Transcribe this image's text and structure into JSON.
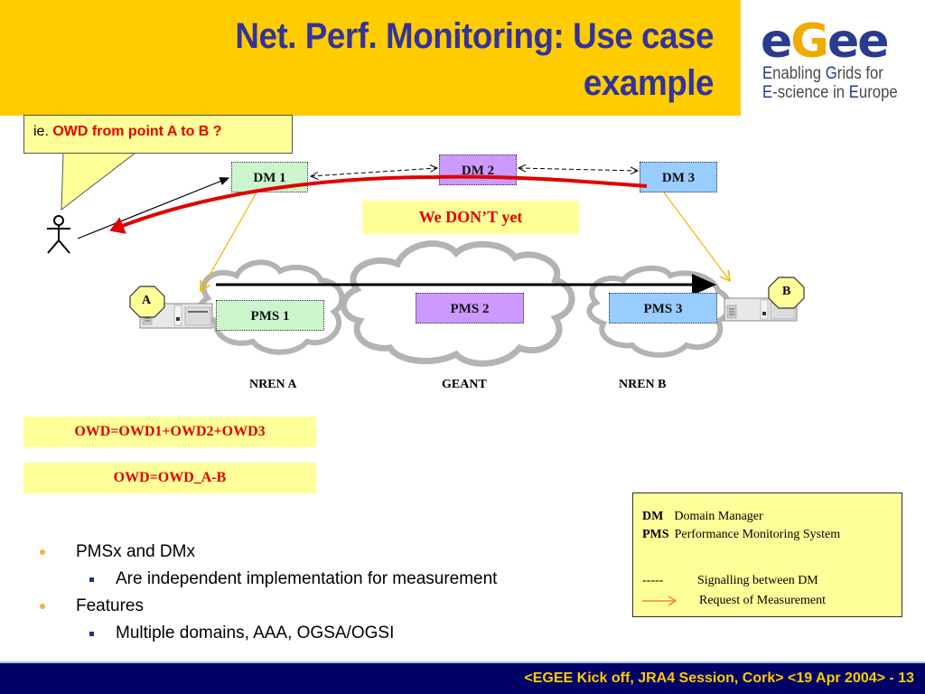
{
  "header": {
    "title_line1": "Net. Perf. Monitoring: Use case",
    "title_line2": "example",
    "logo": {
      "mark_e1": "e",
      "mark_g": "G",
      "mark_e2": "ee",
      "line1_cap1": "E",
      "line1_rest1": "nabling ",
      "line1_cap2": "G",
      "line1_rest2": "rids for",
      "line2_cap1": "E",
      "line2_rest1": "-science in ",
      "line2_cap2": "E",
      "line2_rest2": "urope"
    }
  },
  "colors": {
    "header_bg": "#ffcc00",
    "title": "#333399",
    "accent_red": "#e30000",
    "note_bg": "#ffff99",
    "dm1": "#ccf5cc",
    "dm2": "#cc99ff",
    "dm3": "#99ccff",
    "footer_bg": "#000066",
    "footer_text": "#ffcc00"
  },
  "callout": {
    "prefix": "ie.",
    "question": "OWD from point A to B ?"
  },
  "diagram": {
    "dm_nodes": [
      "DM 1",
      "DM 2",
      "DM 3"
    ],
    "pms_nodes": [
      "PMS 1",
      "PMS 2",
      "PMS 3"
    ],
    "endpoints": [
      "A",
      "B"
    ],
    "networks": [
      "NREN A",
      "GEANT",
      "NREN B"
    ],
    "status_note": "We DON’T yet"
  },
  "formulas": [
    "OWD=OWD1+OWD2+OWD3",
    "OWD=OWD_A-B"
  ],
  "legend": {
    "entries": [
      {
        "abbr": "DM",
        "meaning": "Domain Manager"
      },
      {
        "abbr": "PMS",
        "meaning": "Performance Monitoring System"
      }
    ],
    "dashed_symbol": "-----",
    "dashed_meaning": "Signalling between DM",
    "arrow_meaning": "Request of Measurement"
  },
  "bullets": [
    {
      "text": "PMSx and DMx",
      "sub": [
        "Are independent implementation for measurement"
      ]
    },
    {
      "text": "Features",
      "sub": [
        "Multiple domains, AAA, OGSA/OGSI"
      ]
    }
  ],
  "footer": {
    "text": "<EGEE Kick off, JRA4 Session, Cork> <19 Apr 2004>  - 13"
  }
}
